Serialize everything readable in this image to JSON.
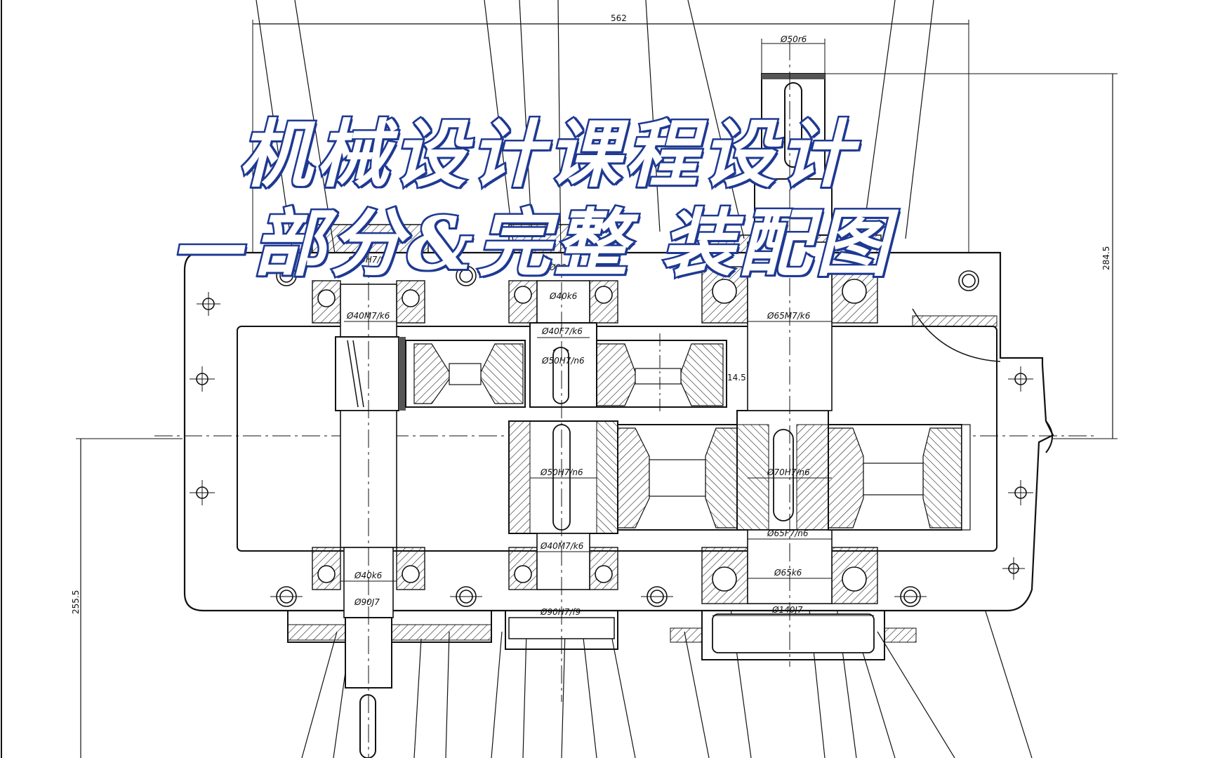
{
  "title": {
    "line1": "机械设计课程设计",
    "line2": "—部分&完整 装配图"
  },
  "dimensions": {
    "overall_width": "562",
    "height_right": "284.5",
    "height_left": "255.5",
    "gap": "14.5"
  },
  "fits": {
    "out_shaft": "Ø50r6",
    "f1": "Ø90H7/f9",
    "f2": "Ø90",
    "f3": "Ø40k6",
    "f4": "Ø40M7/k6",
    "f5": "Ø40F7/k6",
    "f6": "Ø50H7/n6",
    "f7": "Ø65M7/k6",
    "f8": "Ø50H7/n6",
    "f9": "Ø70H7/n6",
    "f10": "Ø65F7/n6",
    "f11": "Ø40M7/k6",
    "f12": "Ø40k6",
    "f13": "Ø65k6",
    "f14": "Ø90J7",
    "f15": "Ø90H7/f9",
    "f16": "Ø140J7"
  },
  "colors": {
    "line": "#111111",
    "title_stroke": "#1f3a93",
    "title_fill": "#ffffff"
  }
}
